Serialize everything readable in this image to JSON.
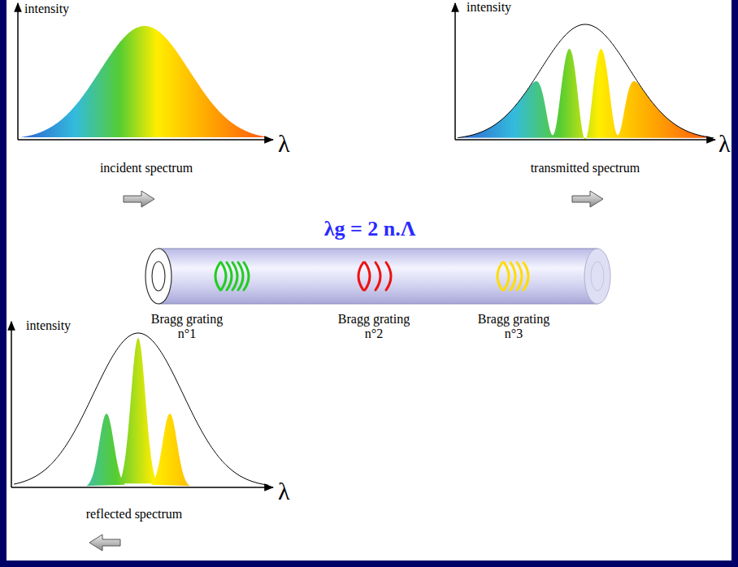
{
  "diagram": {
    "labels": [
      "intensity",
      "λ",
      "incident spectrum",
      "intensity",
      "λ",
      "transmitted spectrum",
      "λg = 2 n.Λ",
      "Bragg grating n°1",
      "Bragg grating n°2",
      "Bragg grating n°3",
      "intensity",
      "λ",
      "reflected spectrum"
    ]
  }
}
